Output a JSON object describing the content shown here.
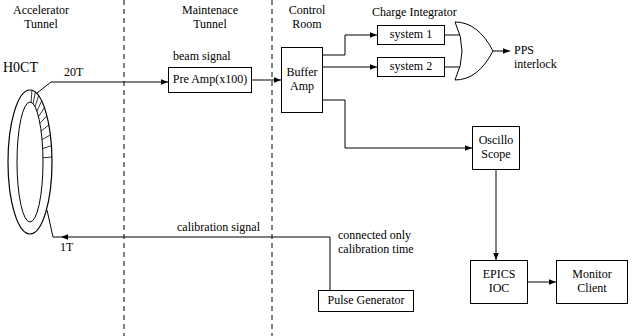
{
  "diagram": {
    "nodes": [
      {
        "text": [
          "H0CT"
        ]
      },
      {
        "text": [
          "Pre Amp(x100)"
        ]
      },
      {
        "text": [
          "Buffer Amp"
        ]
      },
      {
        "text": [
          "system 1"
        ]
      },
      {
        "text": [
          "system 2"
        ]
      },
      {
        "text": [
          "Oscillo Scope"
        ]
      },
      {
        "text": [
          "EPICS IOC"
        ]
      },
      {
        "text": [
          "Monitor Client"
        ]
      },
      {
        "text": [
          "Pulse Generator"
        ]
      }
    ],
    "edges": [
      {
        "from": 0,
        "to": 1,
        "arrow": "to",
        "label": "beam signal"
      },
      {
        "from": 1,
        "to": 2,
        "arrow": "to"
      },
      {
        "from": 2,
        "to": 3,
        "arrow": "to"
      },
      {
        "from": 2,
        "to": 4,
        "arrow": "to"
      },
      {
        "from": 2,
        "to": 5,
        "arrow": "to"
      },
      {
        "from": 5,
        "to": 6,
        "arrow": "to"
      },
      {
        "from": 6,
        "to": 7,
        "arrow": "to"
      },
      {
        "from": 8,
        "to": 0,
        "arrow": "to",
        "label": "calibration signal"
      }
    ],
    "labels": [
      "Accelerator Tunnel",
      "Maintenace Tunnel",
      "Control Room",
      "Charge Integrator",
      "20T",
      "1T",
      "connected only calibration time",
      "PPS interlock"
    ]
  }
}
